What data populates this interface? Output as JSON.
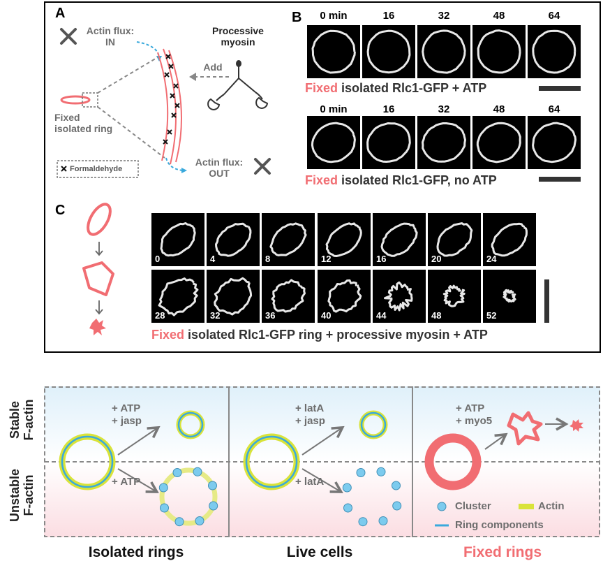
{
  "panelA": {
    "label": "A",
    "actin_flux_in": [
      "Actin flux:",
      "IN"
    ],
    "actin_flux_out": [
      "Actin flux:",
      "OUT"
    ],
    "processive_myosin": [
      "Processive",
      "myosin"
    ],
    "add": "Add",
    "fixed_isolated_ring": [
      "Fixed",
      "isolated ring"
    ],
    "formaldehyde_legend": "Formaldehyde"
  },
  "panelB": {
    "label": "B",
    "times": [
      "0 min",
      "16",
      "32",
      "48",
      "64"
    ],
    "row1_caption": {
      "fixed": "Fixed",
      "rest": " isolated Rlc1-GFP + ATP"
    },
    "row2_caption": {
      "fixed": "Fixed",
      "rest": " isolated Rlc1-GFP, no ATP"
    }
  },
  "panelC": {
    "label": "C",
    "row1_times": [
      "0",
      "4",
      "8",
      "12",
      "16",
      "20",
      "24"
    ],
    "row2_times": [
      "28",
      "32",
      "36",
      "40",
      "44",
      "48",
      "52"
    ],
    "caption": {
      "fixed": "Fixed",
      "rest": " isolated Rlc1-GFP ring + processive myosin + ATP"
    }
  },
  "lower": {
    "row_stable": [
      "Stable",
      "F-actin"
    ],
    "row_unstable": [
      "Unstable",
      "F-actin"
    ],
    "isolated": {
      "top": [
        "+ ATP",
        "+ jasp"
      ],
      "bottom": "+ ATP",
      "title": "Isolated rings"
    },
    "live": {
      "top": [
        "+ latA",
        "+ jasp"
      ],
      "bottom": "+ latA",
      "title": "Live cells"
    },
    "fixed": {
      "top": [
        "+ ATP",
        "+ myo5"
      ],
      "title": "Fixed rings"
    },
    "legend": {
      "cluster": "Cluster",
      "actin": "Actin",
      "ring_components": "Ring components"
    }
  },
  "colors": {
    "fixed_red": "#f16d72",
    "actin_yellow": "#d9e33a",
    "ring_blue": "#39a9dc",
    "cluster_blue": "#7ccbee"
  }
}
